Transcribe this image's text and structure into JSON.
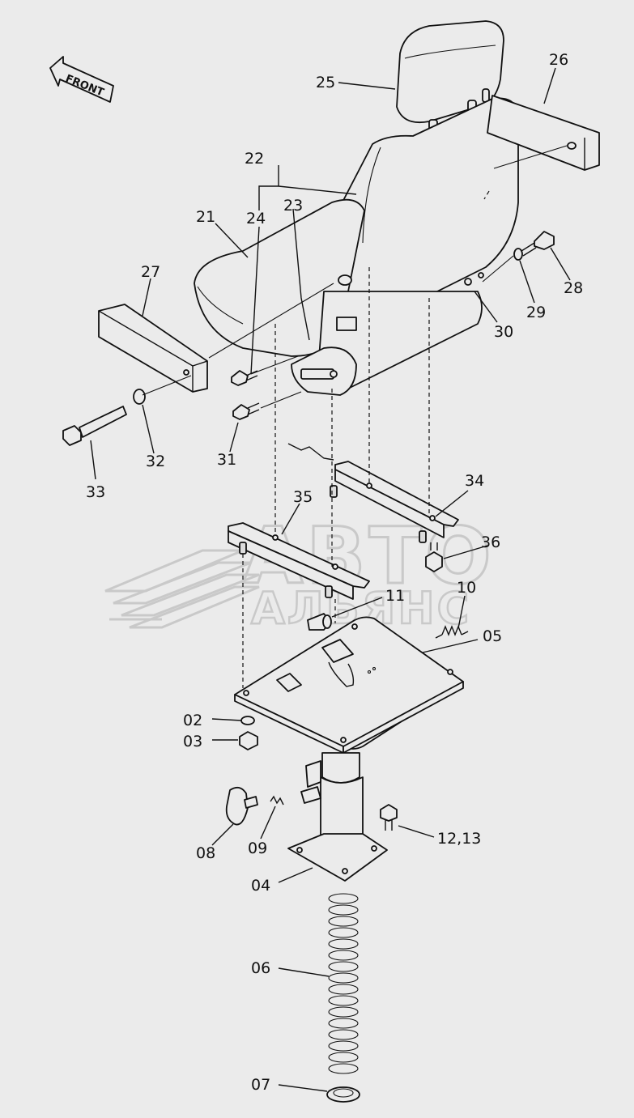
{
  "orientation_label": "FRONT",
  "watermark": {
    "line1": "АВТО",
    "line2": "АЛЬЯНС"
  },
  "callouts": {
    "c25": "25",
    "c26": "26",
    "c22": "22",
    "c23": "23",
    "c24": "24",
    "c21": "21",
    "c27": "27",
    "c28": "28",
    "c29": "29",
    "c30": "30",
    "c31": "31",
    "c32": "32",
    "c33": "33",
    "c34": "34",
    "c35": "35",
    "c36": "36",
    "c10": "10",
    "c11": "11",
    "c05": "05",
    "c02": "02",
    "c03": "03",
    "c08": "08",
    "c09": "09",
    "c12_13": "12,13",
    "c04": "04",
    "c06": "06",
    "c07": "07"
  }
}
